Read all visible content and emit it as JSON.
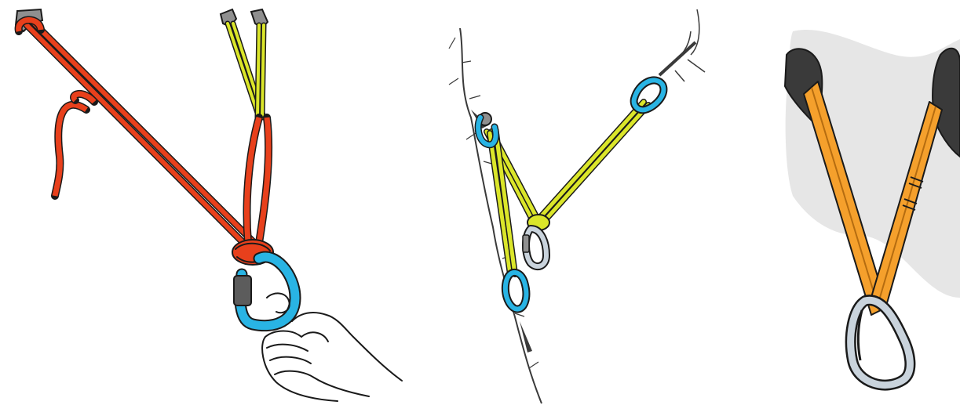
{
  "panels": [
    {
      "id": "panel-rope-anchor",
      "description_visible": false
    },
    {
      "id": "panel-crack-anchor",
      "description_visible": false
    },
    {
      "id": "panel-sling-anchor",
      "description_visible": false
    }
  ],
  "colors": {
    "red_rope": "#e8401c",
    "red_rope_dark": "#9a2410",
    "yellow_cord": "#dbe62a",
    "yellow_cord_dark": "#7f8a10",
    "blue_carabiner": "#29b4e4",
    "grey_gate": "#5c5c5c",
    "silver_carabiner": "#c9d3dc",
    "orange_sling": "#f5a02c",
    "orange_sling_dark": "#b56c10",
    "rock_dark": "#3a3a3a",
    "rock_shadow": "#e6e6e6",
    "outline": "#1a1a1a"
  }
}
